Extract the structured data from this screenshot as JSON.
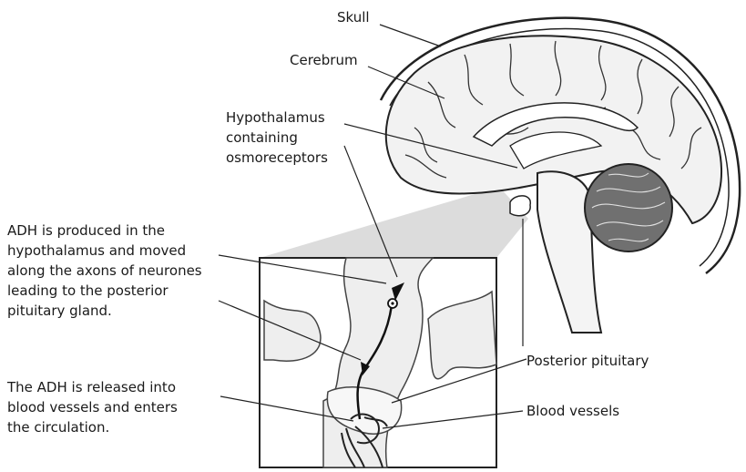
{
  "labels": {
    "skull": "Skull",
    "cerebrum": "Cerebrum",
    "hypothalamus": "Hypothalamus\ncontaining\nosmoreceptors",
    "adh_produced": "ADH is produced in the\nhypothalamus and moved\nalong the axons of neurones\nleading to the posterior\npituitary gland.",
    "adh_released": "The ADH is released into\nblood vessels and enters\nthe circulation.",
    "posterior_pituitary": "Posterior pituitary",
    "blood_vessels": "Blood vessels"
  }
}
